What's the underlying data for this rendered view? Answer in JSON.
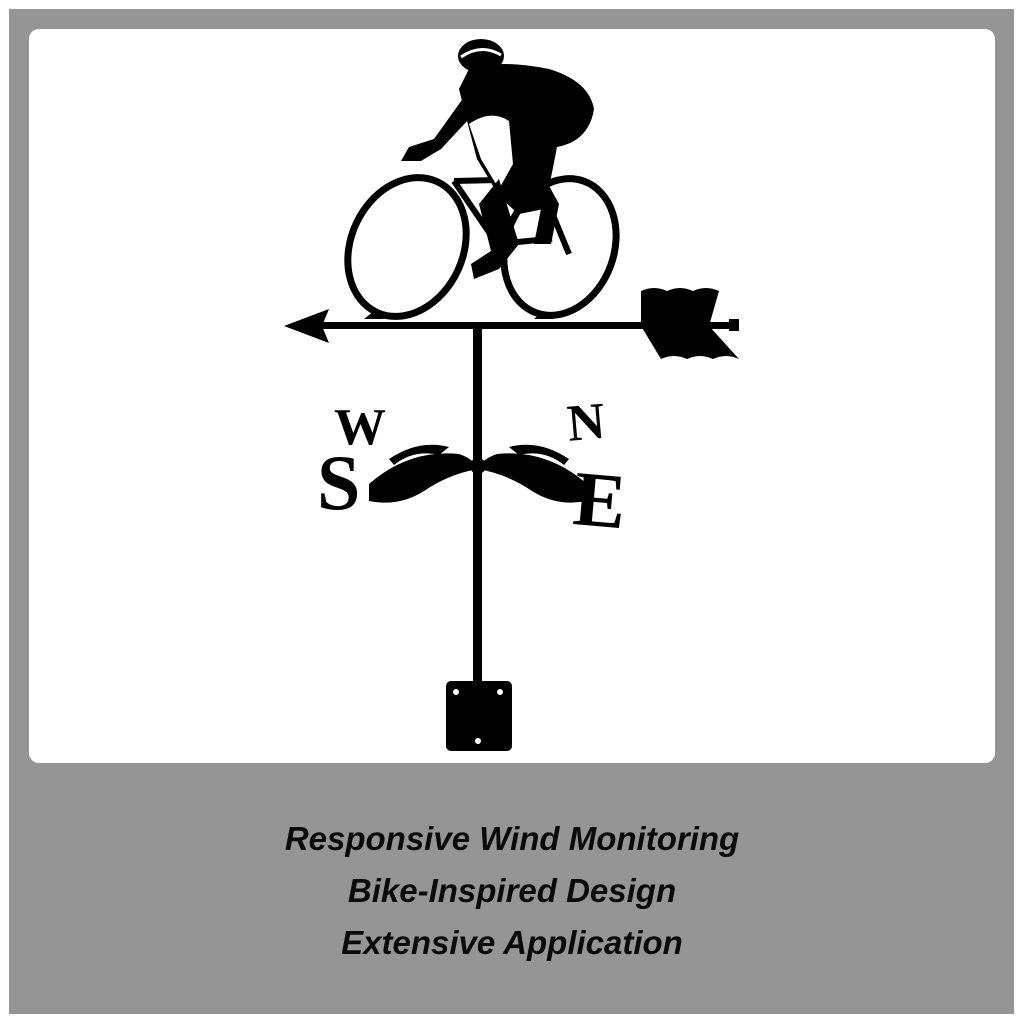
{
  "colors": {
    "frame": "#959595",
    "panel": "#ffffff",
    "silhouette": "#000000",
    "text": "#0a0a0a"
  },
  "product_image": {
    "subject": "cyclist weathervane silhouette",
    "icons": [
      "cyclist-icon",
      "arrow-icon",
      "compass-letters-icon",
      "mounting-plate-icon"
    ],
    "compass_letters": [
      "W",
      "S",
      "N",
      "E"
    ]
  },
  "captions": [
    "Responsive Wind Monitoring",
    "Bike-Inspired Design",
    "Extensive Application"
  ]
}
